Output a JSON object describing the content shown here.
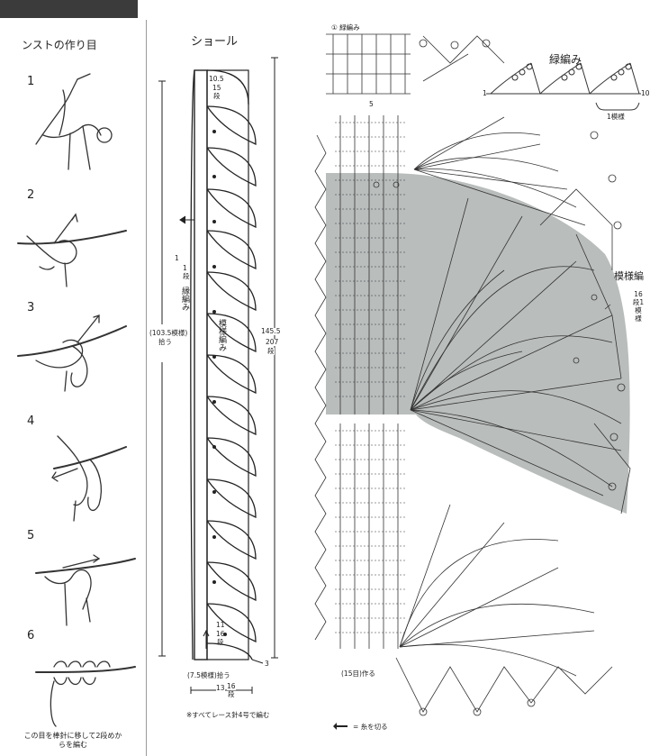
{
  "header": {
    "dark_bar": true
  },
  "cast_on": {
    "title": "ンストの作り目",
    "steps": [
      "1",
      "2",
      "3",
      "4",
      "5",
      "6"
    ],
    "note": "この目を棒針に移して2段めからを編む"
  },
  "shawl": {
    "title": "ショール",
    "top_label_a": "10.5",
    "top_label_b": "15",
    "top_label_c": "段",
    "edge_label_num": "1",
    "edge_label_num2": "1",
    "edge_label_dan": "段",
    "edge_label_pattern": "縁編み",
    "motif_label": "模様編み",
    "width_label_a": "(103.5模様)",
    "width_label_b": "拾う",
    "length_label_a": "145.5",
    "length_label_b": "207",
    "length_label_c": "段",
    "bottom_a": "11",
    "bottom_b": "16",
    "bottom_c": "段",
    "corner_num": "3",
    "pickup_label": "(7.5模様)拾う",
    "width_bottom_a": "13",
    "width_bottom_b": "16",
    "width_bottom_c": "段",
    "footnote": "※すべてレース針4号で編む"
  },
  "chart": {
    "row_label": "① 緑編み",
    "edge_title": "緑編み",
    "edge_repeat": "1模様",
    "motif_title": "模様編",
    "motif_rows": "16段1模様",
    "num_1": "1",
    "num_10": "10",
    "num_5": "5",
    "bottom_label": "(15目)作る",
    "legend": "= 糸を切る"
  }
}
